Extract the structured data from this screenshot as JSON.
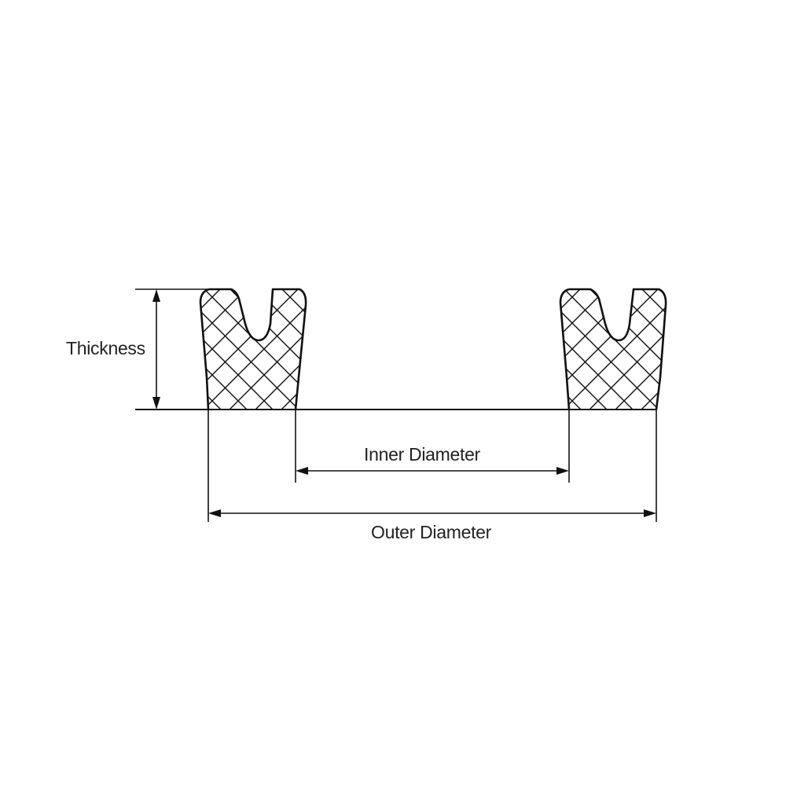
{
  "diagram": {
    "labels": {
      "thickness": "Thickness",
      "inner_diameter": "Inner Diameter",
      "outer_diameter": "Outer Diameter"
    },
    "colors": {
      "line": "#111111",
      "text": "#222222",
      "background": "#ffffff"
    }
  }
}
